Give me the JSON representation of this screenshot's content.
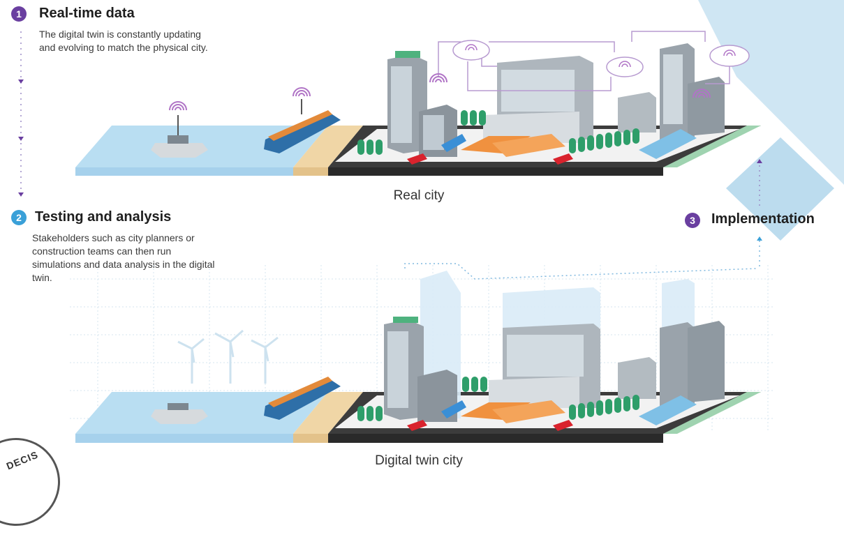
{
  "steps": [
    {
      "number": "1",
      "title": "Real-time data",
      "description": "The digital twin is constantly updating and evolving to match the physical city.",
      "color": "#6a3fa0"
    },
    {
      "number": "2",
      "title": "Testing and analysis",
      "description": "Stakeholders such as city planners or construction teams can then run simulations and data analysis in the digital twin.",
      "color": "#3aa0d8"
    },
    {
      "number": "3",
      "title": "Implementation",
      "description": "",
      "color": "#6a3fa0"
    }
  ],
  "captions": {
    "real": "Real city",
    "twin": "Digital twin city"
  },
  "stamp": {
    "text": "DECIS"
  },
  "colors": {
    "water": "#b9def2",
    "road": "#3c3c3c",
    "sand": "#f0d6a6",
    "building": "#9aa3ab",
    "tree": "#2e9e6a",
    "accent_bg": "#cfe6f3"
  }
}
